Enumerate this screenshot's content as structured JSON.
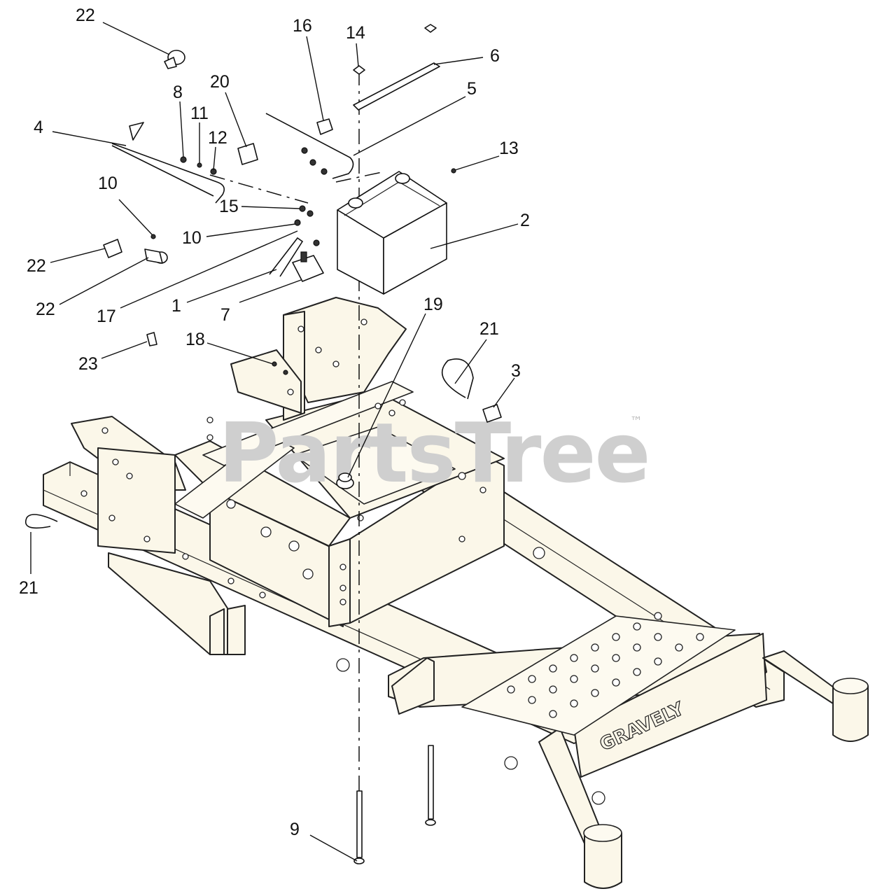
{
  "watermark": {
    "text": "PartsTree",
    "trademark": "™"
  },
  "brand_on_frame": "GRAVELY",
  "callouts": [
    {
      "id": "c22a",
      "label": "22"
    },
    {
      "id": "c16",
      "label": "16"
    },
    {
      "id": "c14",
      "label": "14"
    },
    {
      "id": "c6",
      "label": "6"
    },
    {
      "id": "c5",
      "label": "5"
    },
    {
      "id": "c20",
      "label": "20"
    },
    {
      "id": "c8",
      "label": "8"
    },
    {
      "id": "c11",
      "label": "11"
    },
    {
      "id": "c12",
      "label": "12"
    },
    {
      "id": "c4",
      "label": "4"
    },
    {
      "id": "c13",
      "label": "13"
    },
    {
      "id": "c10a",
      "label": "10"
    },
    {
      "id": "c15",
      "label": "15"
    },
    {
      "id": "c10b",
      "label": "10"
    },
    {
      "id": "c2",
      "label": "2"
    },
    {
      "id": "c22b",
      "label": "22"
    },
    {
      "id": "c22c",
      "label": "22"
    },
    {
      "id": "c17",
      "label": "17"
    },
    {
      "id": "c1",
      "label": "1"
    },
    {
      "id": "c7",
      "label": "7"
    },
    {
      "id": "c19",
      "label": "19"
    },
    {
      "id": "c21a",
      "label": "21"
    },
    {
      "id": "c3",
      "label": "3"
    },
    {
      "id": "c18",
      "label": "18"
    },
    {
      "id": "c23",
      "label": "23"
    },
    {
      "id": "c21b",
      "label": "21"
    },
    {
      "id": "c9",
      "label": "9"
    }
  ]
}
